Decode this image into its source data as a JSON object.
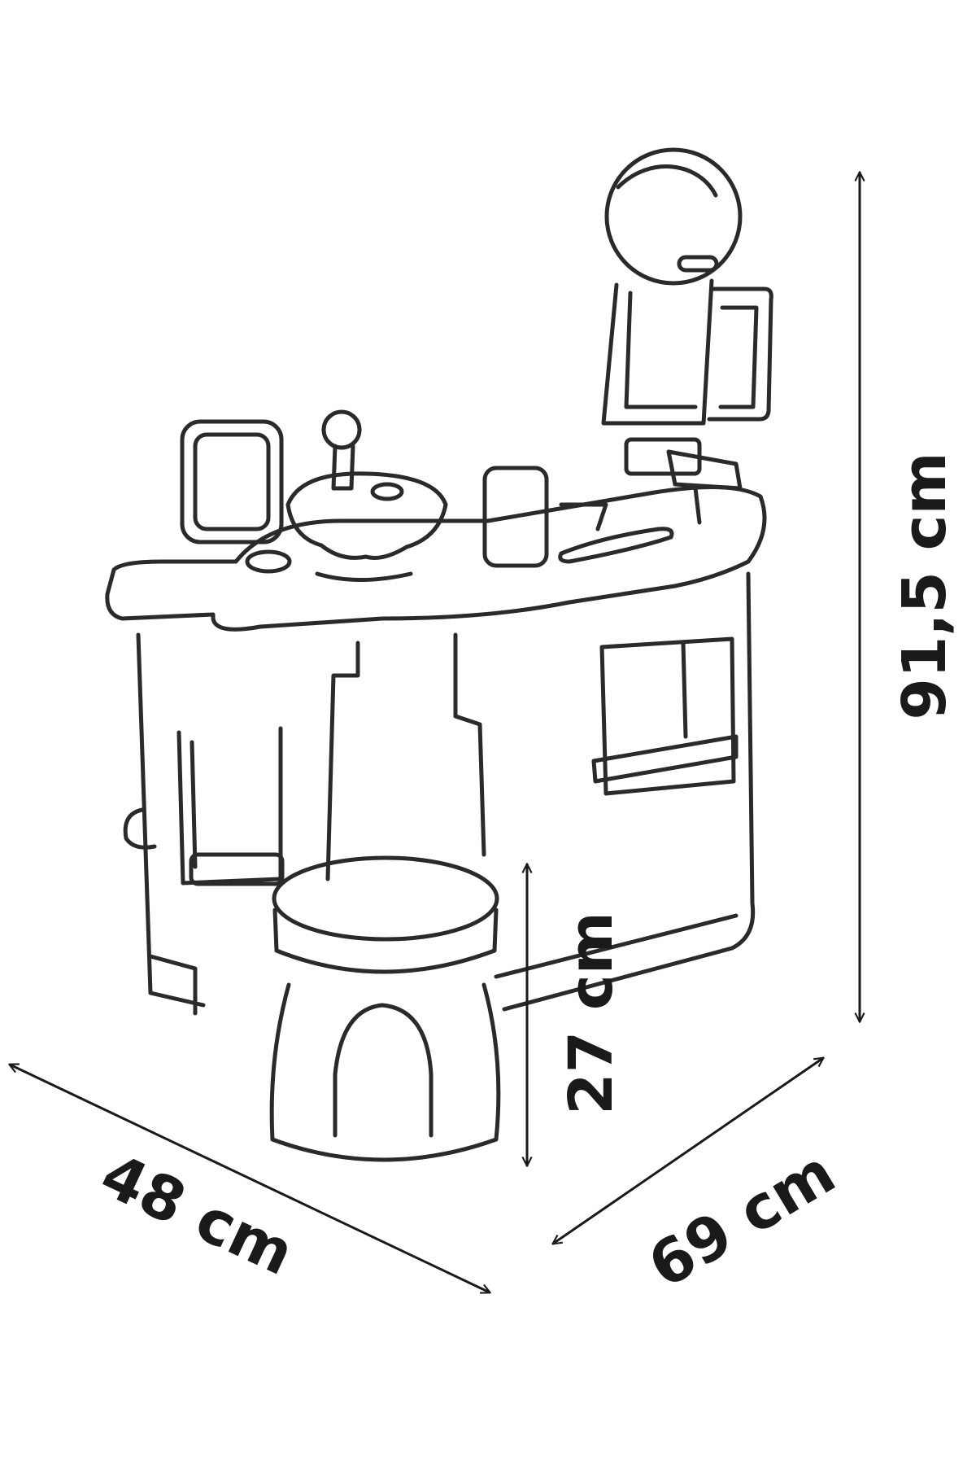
{
  "dimensions": {
    "height_total": "91,5 cm",
    "stool_height": "27 cm",
    "depth": "48 cm",
    "width": "69 cm"
  },
  "colors": {
    "line": "#2a2a2a",
    "background": "#ffffff"
  }
}
